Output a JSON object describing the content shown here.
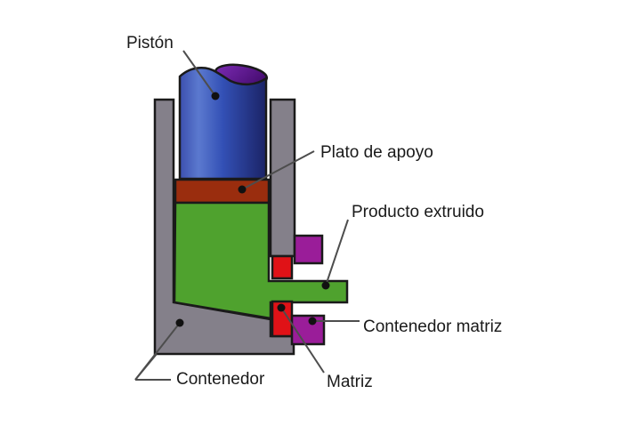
{
  "labels": {
    "piston": "Pistón",
    "backing_plate": "Plato de apoyo",
    "extruded_product": "Producto extruido",
    "die_container": "Contenedor matriz",
    "die": "Matriz",
    "container": "Contenedor"
  },
  "colors": {
    "background": "#ffffff",
    "outline": "#1a1a1a",
    "container_gray": "#84808a",
    "billet_green": "#4fa22e",
    "plate_brown": "#9a2d0e",
    "die_red": "#e01217",
    "die_holder_purple": "#9a1d99",
    "piston_blue_left": "#3c50ae",
    "piston_blue_light": "#5b79cf",
    "piston_blue_mid": "#3350b5",
    "piston_blue_dark": "#1b2366",
    "piston_top_purple": "#7d2cb5",
    "piston_top_purple_dark": "#490e74",
    "leader_line": "#4d4d4d",
    "dot": "#111111",
    "label_text": "#1a1a1a"
  }
}
